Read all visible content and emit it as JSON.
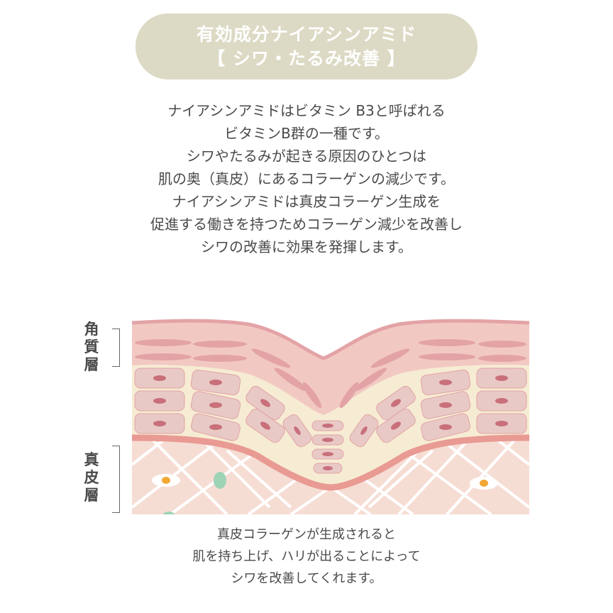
{
  "header": {
    "title_line1": "有効成分ナイアシンアミド",
    "title_line2": "【 シワ・たるみ改善 】"
  },
  "intro": [
    "ナイアシンアミドはビタミン B3と呼ばれる",
    "ビタミンB群の一種です。",
    "シワやたるみが起きる原因のひとつは",
    "肌の奥（真皮）にあるコラーゲンの減少です。",
    "ナイアシンアミドは真皮コラーゲン生成を",
    "促進する働きを持つためコラーゲン減少を改善し",
    "シワの改善に効果を発揮します。"
  ],
  "diagram": {
    "label_stratum": "角\n質\n層",
    "label_dermis": "真\n皮\n層",
    "colors": {
      "epidermis_top": "#f2c9c2",
      "fibers": "#e3a3a6",
      "cell_fill": "#e8c9c6",
      "cell_nucleus": "#c9707a",
      "cell_layer_bg": "#f6ecd3",
      "basement": "#e89a93",
      "dermis_bg": "#f6ddd4",
      "collagen_lines": "#ffffff",
      "orange_dot": "#f1a834",
      "green_dot": "#9ed3b6"
    }
  },
  "caption": [
    "真皮コラーゲンが生成されると",
    "肌を持ち上げ、ハリが出ることによって",
    "シワを改善してくれます。"
  ]
}
